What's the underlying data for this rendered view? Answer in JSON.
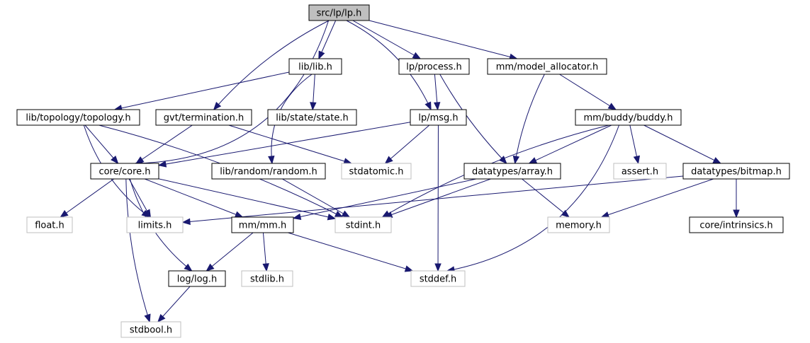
{
  "diagram": {
    "type": "include-dependency-graph",
    "colors": {
      "root_fill": "#bfbfbf",
      "node_fill": "#ffffff",
      "node_border": "#000000",
      "system_header_border": "#bfbfbf",
      "edge": "#191970"
    },
    "nodes": [
      {
        "id": "lp",
        "label": "src/lp/lp.h",
        "kind": "root"
      },
      {
        "id": "liblib",
        "label": "lib/lib.h",
        "kind": "local"
      },
      {
        "id": "process",
        "label": "lp/process.h",
        "kind": "local"
      },
      {
        "id": "modelalloc",
        "label": "mm/model_allocator.h",
        "kind": "local"
      },
      {
        "id": "topology",
        "label": "lib/topology/topology.h",
        "kind": "local"
      },
      {
        "id": "termination",
        "label": "gvt/termination.h",
        "kind": "local"
      },
      {
        "id": "state",
        "label": "lib/state/state.h",
        "kind": "local"
      },
      {
        "id": "msg",
        "label": "lp/msg.h",
        "kind": "local"
      },
      {
        "id": "buddy",
        "label": "mm/buddy/buddy.h",
        "kind": "local"
      },
      {
        "id": "core",
        "label": "core/core.h",
        "kind": "local"
      },
      {
        "id": "random",
        "label": "lib/random/random.h",
        "kind": "local"
      },
      {
        "id": "stdatomic",
        "label": "stdatomic.h",
        "kind": "system"
      },
      {
        "id": "array",
        "label": "datatypes/array.h",
        "kind": "local"
      },
      {
        "id": "assert",
        "label": "assert.h",
        "kind": "system"
      },
      {
        "id": "bitmap",
        "label": "datatypes/bitmap.h",
        "kind": "local"
      },
      {
        "id": "float",
        "label": "float.h",
        "kind": "system"
      },
      {
        "id": "limits",
        "label": "limits.h",
        "kind": "system"
      },
      {
        "id": "mm",
        "label": "mm/mm.h",
        "kind": "local"
      },
      {
        "id": "stdint",
        "label": "stdint.h",
        "kind": "system"
      },
      {
        "id": "memory",
        "label": "memory.h",
        "kind": "system"
      },
      {
        "id": "intrinsics",
        "label": "core/intrinsics.h",
        "kind": "local"
      },
      {
        "id": "log",
        "label": "log/log.h",
        "kind": "local"
      },
      {
        "id": "stdlib",
        "label": "stdlib.h",
        "kind": "system"
      },
      {
        "id": "stddef",
        "label": "stddef.h",
        "kind": "system"
      },
      {
        "id": "stdbool",
        "label": "stdbool.h",
        "kind": "system"
      }
    ],
    "edges": [
      [
        "lp",
        "core"
      ],
      [
        "lp",
        "liblib"
      ],
      [
        "lp",
        "termination"
      ],
      [
        "lp",
        "msg"
      ],
      [
        "lp",
        "process"
      ],
      [
        "lp",
        "modelalloc"
      ],
      [
        "liblib",
        "topology"
      ],
      [
        "liblib",
        "state"
      ],
      [
        "liblib",
        "random"
      ],
      [
        "process",
        "msg"
      ],
      [
        "process",
        "array"
      ],
      [
        "modelalloc",
        "array"
      ],
      [
        "modelalloc",
        "buddy"
      ],
      [
        "topology",
        "core"
      ],
      [
        "topology",
        "limits"
      ],
      [
        "topology",
        "stdint"
      ],
      [
        "termination",
        "core"
      ],
      [
        "termination",
        "stdatomic"
      ],
      [
        "msg",
        "core"
      ],
      [
        "msg",
        "stdatomic"
      ],
      [
        "msg",
        "stddef"
      ],
      [
        "buddy",
        "array"
      ],
      [
        "buddy",
        "assert"
      ],
      [
        "buddy",
        "bitmap"
      ],
      [
        "buddy",
        "stdint"
      ],
      [
        "buddy",
        "stddef"
      ],
      [
        "core",
        "float"
      ],
      [
        "core",
        "limits"
      ],
      [
        "core",
        "mm"
      ],
      [
        "core",
        "stdint"
      ],
      [
        "core",
        "log"
      ],
      [
        "core",
        "stdbool"
      ],
      [
        "random",
        "stdint"
      ],
      [
        "array",
        "mm"
      ],
      [
        "array",
        "stdint"
      ],
      [
        "array",
        "memory"
      ],
      [
        "bitmap",
        "limits"
      ],
      [
        "bitmap",
        "memory"
      ],
      [
        "bitmap",
        "intrinsics"
      ],
      [
        "mm",
        "log"
      ],
      [
        "mm",
        "stdlib"
      ],
      [
        "mm",
        "stddef"
      ],
      [
        "log",
        "stdbool"
      ]
    ]
  }
}
